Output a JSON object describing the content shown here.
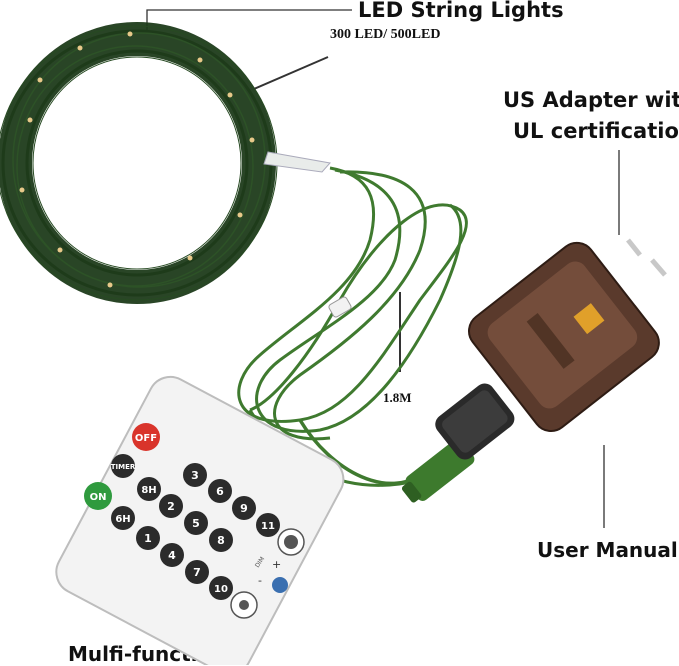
{
  "labels": {
    "title": "LED String Lights",
    "subtitle": "300 LED/ 500LED",
    "adapter_line1": "US Adapter with",
    "adapter_line2": "UL certification",
    "cable_length": "1.8M",
    "manual": "User Manual",
    "remote": "Mulfi-function"
  },
  "remote": {
    "on": "ON",
    "off": "OFF",
    "timer": "TIMER",
    "h6": "6H",
    "h8": "8H",
    "n1": "1",
    "n2": "2",
    "n3": "3",
    "n4": "4",
    "n5": "5",
    "n6": "6",
    "n7": "7",
    "n8": "8",
    "n9": "9",
    "n10": "10",
    "n11": "11",
    "dim": "DIM",
    "minus": "-",
    "plus": "+"
  },
  "colors": {
    "wire": "#1e3b1a",
    "cable": "#3f7a2f",
    "adapter": "#5a3a2c",
    "button_dark": "#2b2b2b",
    "button_on": "#2f9a3e",
    "button_off": "#d9342b"
  }
}
